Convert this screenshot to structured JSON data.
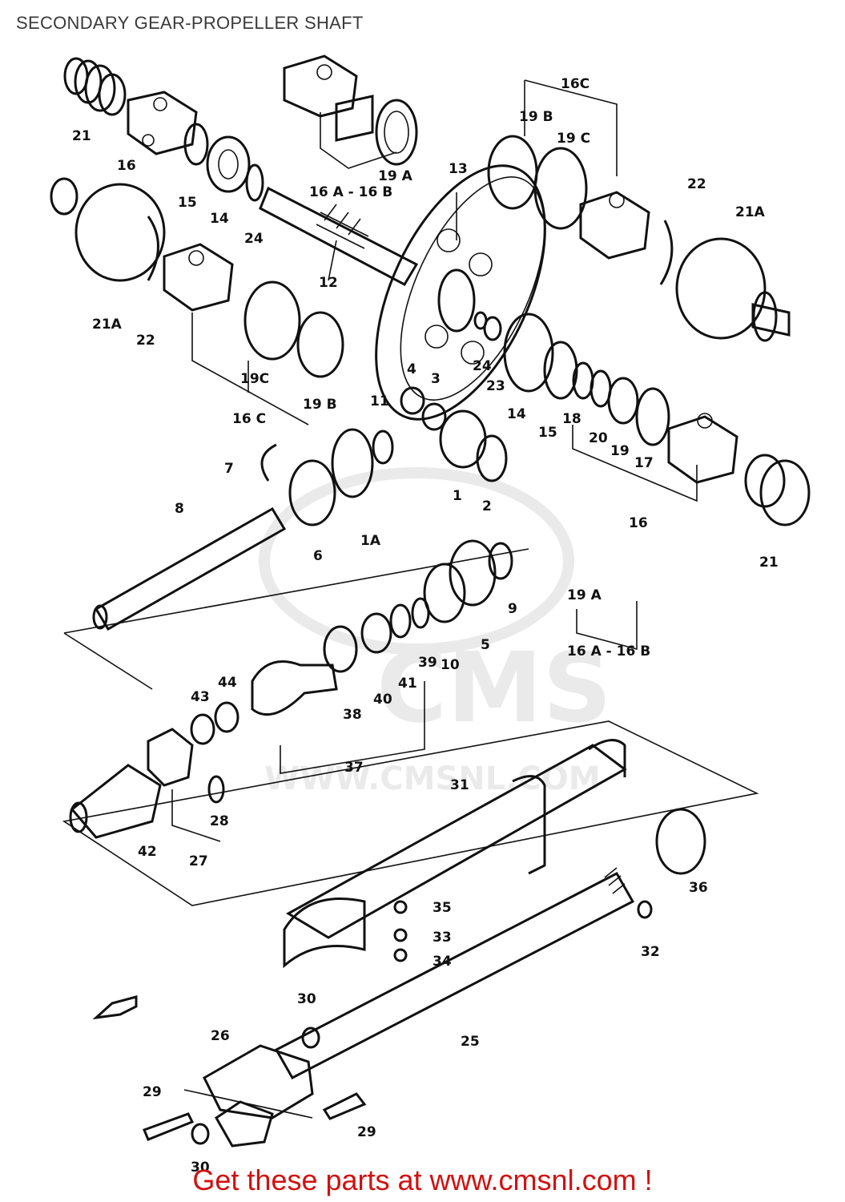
{
  "title": "SECONDARY GEAR-PROPELLER SHAFT",
  "footer": "Get these parts at www.cmsnl.com !",
  "watermark": {
    "brand": "CMS",
    "url": "WWW.CMSNL.COM"
  },
  "colors": {
    "ink": "#111111",
    "title": "#3a3a3a",
    "footer": "#d11010",
    "watermark": "#d9d9d9"
  },
  "part_labels": [
    {
      "id": "21-top",
      "text": "21"
    },
    {
      "id": "16-top",
      "text": "16"
    },
    {
      "id": "15-top",
      "text": "15"
    },
    {
      "id": "14-top",
      "text": "14"
    },
    {
      "id": "24-top",
      "text": "24"
    },
    {
      "id": "16a-16b-top",
      "text": "16 A - 16 B"
    },
    {
      "id": "19a-top",
      "text": "19 A"
    },
    {
      "id": "13",
      "text": "13"
    },
    {
      "id": "16c-right",
      "text": "16C"
    },
    {
      "id": "19b-right",
      "text": "19 B"
    },
    {
      "id": "19c-right",
      "text": "19 C"
    },
    {
      "id": "22-right",
      "text": "22"
    },
    {
      "id": "21a-right",
      "text": "21A"
    },
    {
      "id": "12",
      "text": "12"
    },
    {
      "id": "21a-left",
      "text": "21A"
    },
    {
      "id": "22-left",
      "text": "22"
    },
    {
      "id": "19c-left",
      "text": "19C"
    },
    {
      "id": "19b-left",
      "text": "19 B"
    },
    {
      "id": "16c-left",
      "text": "16 C"
    },
    {
      "id": "24-mid",
      "text": "24"
    },
    {
      "id": "23",
      "text": "23"
    },
    {
      "id": "4",
      "text": "4"
    },
    {
      "id": "3",
      "text": "3"
    },
    {
      "id": "11",
      "text": "11"
    },
    {
      "id": "14-mid",
      "text": "14"
    },
    {
      "id": "15-mid",
      "text": "15"
    },
    {
      "id": "18",
      "text": "18"
    },
    {
      "id": "20",
      "text": "20"
    },
    {
      "id": "19",
      "text": "19"
    },
    {
      "id": "17",
      "text": "17"
    },
    {
      "id": "7",
      "text": "7"
    },
    {
      "id": "1",
      "text": "1"
    },
    {
      "id": "2",
      "text": "2"
    },
    {
      "id": "8",
      "text": "8"
    },
    {
      "id": "6",
      "text": "6"
    },
    {
      "id": "1a",
      "text": "1A"
    },
    {
      "id": "16-right",
      "text": "16"
    },
    {
      "id": "21-right",
      "text": "21"
    },
    {
      "id": "19a-right",
      "text": "19 A"
    },
    {
      "id": "16a-16b-right",
      "text": "16 A - 16 B"
    },
    {
      "id": "9",
      "text": "9"
    },
    {
      "id": "5",
      "text": "5"
    },
    {
      "id": "10",
      "text": "10"
    },
    {
      "id": "39",
      "text": "39"
    },
    {
      "id": "41",
      "text": "41"
    },
    {
      "id": "40",
      "text": "40"
    },
    {
      "id": "38",
      "text": "38"
    },
    {
      "id": "37",
      "text": "37"
    },
    {
      "id": "43",
      "text": "43"
    },
    {
      "id": "44",
      "text": "44"
    },
    {
      "id": "42",
      "text": "42"
    },
    {
      "id": "27",
      "text": "27"
    },
    {
      "id": "28",
      "text": "28"
    },
    {
      "id": "31",
      "text": "31"
    },
    {
      "id": "36",
      "text": "36"
    },
    {
      "id": "35",
      "text": "35"
    },
    {
      "id": "33",
      "text": "33"
    },
    {
      "id": "34",
      "text": "34"
    },
    {
      "id": "32",
      "text": "32"
    },
    {
      "id": "25",
      "text": "25"
    },
    {
      "id": "30-top",
      "text": "30"
    },
    {
      "id": "26",
      "text": "26"
    },
    {
      "id": "29-left",
      "text": "29"
    },
    {
      "id": "29-right",
      "text": "29"
    },
    {
      "id": "30-bottom",
      "text": "30"
    }
  ]
}
